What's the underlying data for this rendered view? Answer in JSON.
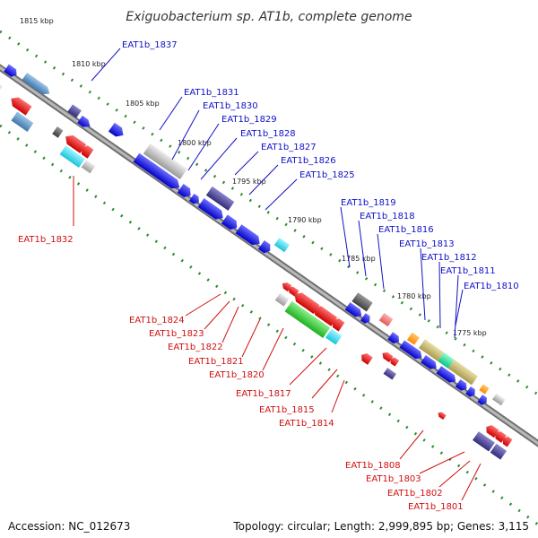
{
  "title": "Exiguobacterium sp. AT1b, complete genome",
  "footer": {
    "accession": "Accession: NC_012673",
    "summary": "Topology: circular; Length: 2,999,895 bp; Genes: 3,115"
  },
  "kbp_ticks": [
    "1815 kbp",
    "1810 kbp",
    "1805 kbp",
    "1800 kbp",
    "1795 kbp",
    "1790 kbp",
    "1785 kbp",
    "1780 kbp",
    "1775 kbp"
  ],
  "forward_genes": [
    "EAT1b_1837",
    "EAT1b_1831",
    "EAT1b_1830",
    "EAT1b_1829",
    "EAT1b_1828",
    "EAT1b_1827",
    "EAT1b_1826",
    "EAT1b_1825",
    "EAT1b_1819",
    "EAT1b_1818",
    "EAT1b_1816",
    "EAT1b_1813",
    "EAT1b_1812",
    "EAT1b_1811",
    "EAT1b_1810"
  ],
  "reverse_genes": [
    "EAT1b_1832",
    "EAT1b_1824",
    "EAT1b_1823",
    "EAT1b_1822",
    "EAT1b_1821",
    "EAT1b_1820",
    "EAT1b_1817",
    "EAT1b_1815",
    "EAT1b_1814",
    "EAT1b_1808",
    "EAT1b_1803",
    "EAT1b_1802",
    "EAT1b_1801"
  ],
  "colors": {
    "forward": "#1a1aff",
    "reverse": "#ff1a1a",
    "backbone": "#888888",
    "ticks": "#2e8b2e"
  }
}
